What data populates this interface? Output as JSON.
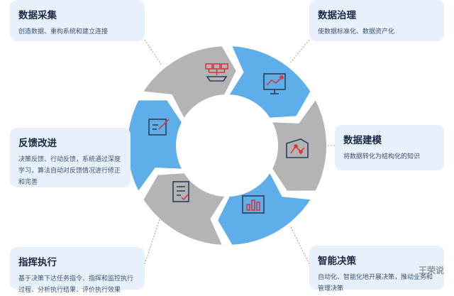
{
  "stages": [
    {
      "id": "collect",
      "title": "数据采集",
      "desc": "创造数据、重构系统和建立连接"
    },
    {
      "id": "govern",
      "title": "数据治理",
      "desc": "使数据标准化、数据资产化"
    },
    {
      "id": "model",
      "title": "数据建模",
      "desc": "将数据转化为结构化的知识"
    },
    {
      "id": "decide",
      "title": "智能决策",
      "desc": "自动化、智能化地开展决策，推动业务和管理决策"
    },
    {
      "id": "command",
      "title": "指挥执行",
      "desc": "基于决策下达任务指令、指挥和监控执行过程、分析执行结果、评价执行效果"
    },
    {
      "id": "feedback",
      "title": "反馈改进",
      "desc": "决策反馈、行动反馈，系统通过深度学习，算法自动对反馈情况进行修正和完善"
    }
  ],
  "watermark": "王荣说",
  "colors": {
    "blue": "#5eaeea",
    "gray": "#b4b4b4",
    "card": "#e8f1fb",
    "icon_red": "#d9363e",
    "icon_dark": "#2c3e5c"
  }
}
